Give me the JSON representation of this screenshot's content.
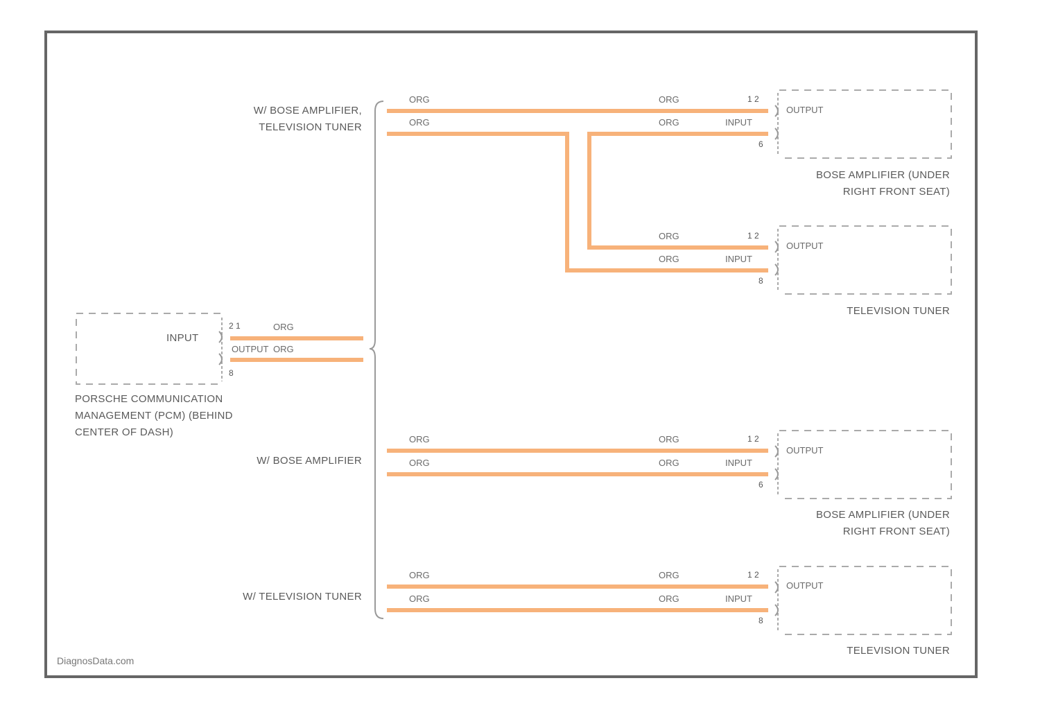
{
  "colors": {
    "wire": "#f7b27a",
    "frame": "#666666",
    "dashed": "#aaaaaa",
    "text": "#5a5a5a"
  },
  "source": {
    "name_lines": [
      "PORSCHE COMMUNICATION",
      "MANAGEMENT (PCM) (BEHIND",
      "CENTER OF DASH)"
    ],
    "input_label": "INPUT",
    "output_label": "OUTPUT",
    "wire_input": "ORG",
    "wire_output": "ORG",
    "pins_top": "2  1",
    "pin_bottom": "8"
  },
  "variants": [
    {
      "label_lines": [
        "W/ BOSE AMPLIFIER,",
        "TELEVISION TUNER"
      ]
    },
    {
      "label_lines": [
        "W/ BOSE AMPLIFIER"
      ]
    },
    {
      "label_lines": [
        "W/ TELEVISION TUNER"
      ]
    }
  ],
  "destinations": [
    {
      "name_lines": [
        "BOSE AMPLIFIER (UNDER",
        "RIGHT FRONT SEAT)"
      ],
      "output_label": "OUTPUT",
      "input_label": "INPUT",
      "pins_top": "1  2",
      "pin_bottom": "6",
      "wire_a": "ORG",
      "wire_b": "ORG"
    },
    {
      "name_lines": [
        "TELEVISION TUNER"
      ],
      "output_label": "OUTPUT",
      "input_label": "INPUT",
      "pins_top": "1  2",
      "pin_bottom": "8",
      "wire_a": "ORG",
      "wire_b": "ORG"
    },
    {
      "name_lines": [
        "BOSE AMPLIFIER (UNDER",
        "RIGHT FRONT SEAT)"
      ],
      "output_label": "OUTPUT",
      "input_label": "INPUT",
      "pins_top": "1  2",
      "pin_bottom": "6",
      "wire_a": "ORG",
      "wire_b": "ORG"
    },
    {
      "name_lines": [
        "TELEVISION TUNER"
      ],
      "output_label": "OUTPUT",
      "input_label": "INPUT",
      "pins_top": "1  2",
      "pin_bottom": "8",
      "wire_a": "ORG",
      "wire_b": "ORG"
    }
  ],
  "wire_left_labels": [
    "ORG",
    "ORG",
    "ORG",
    "ORG",
    "ORG",
    "ORG"
  ],
  "watermark": "DiagnosData.com"
}
